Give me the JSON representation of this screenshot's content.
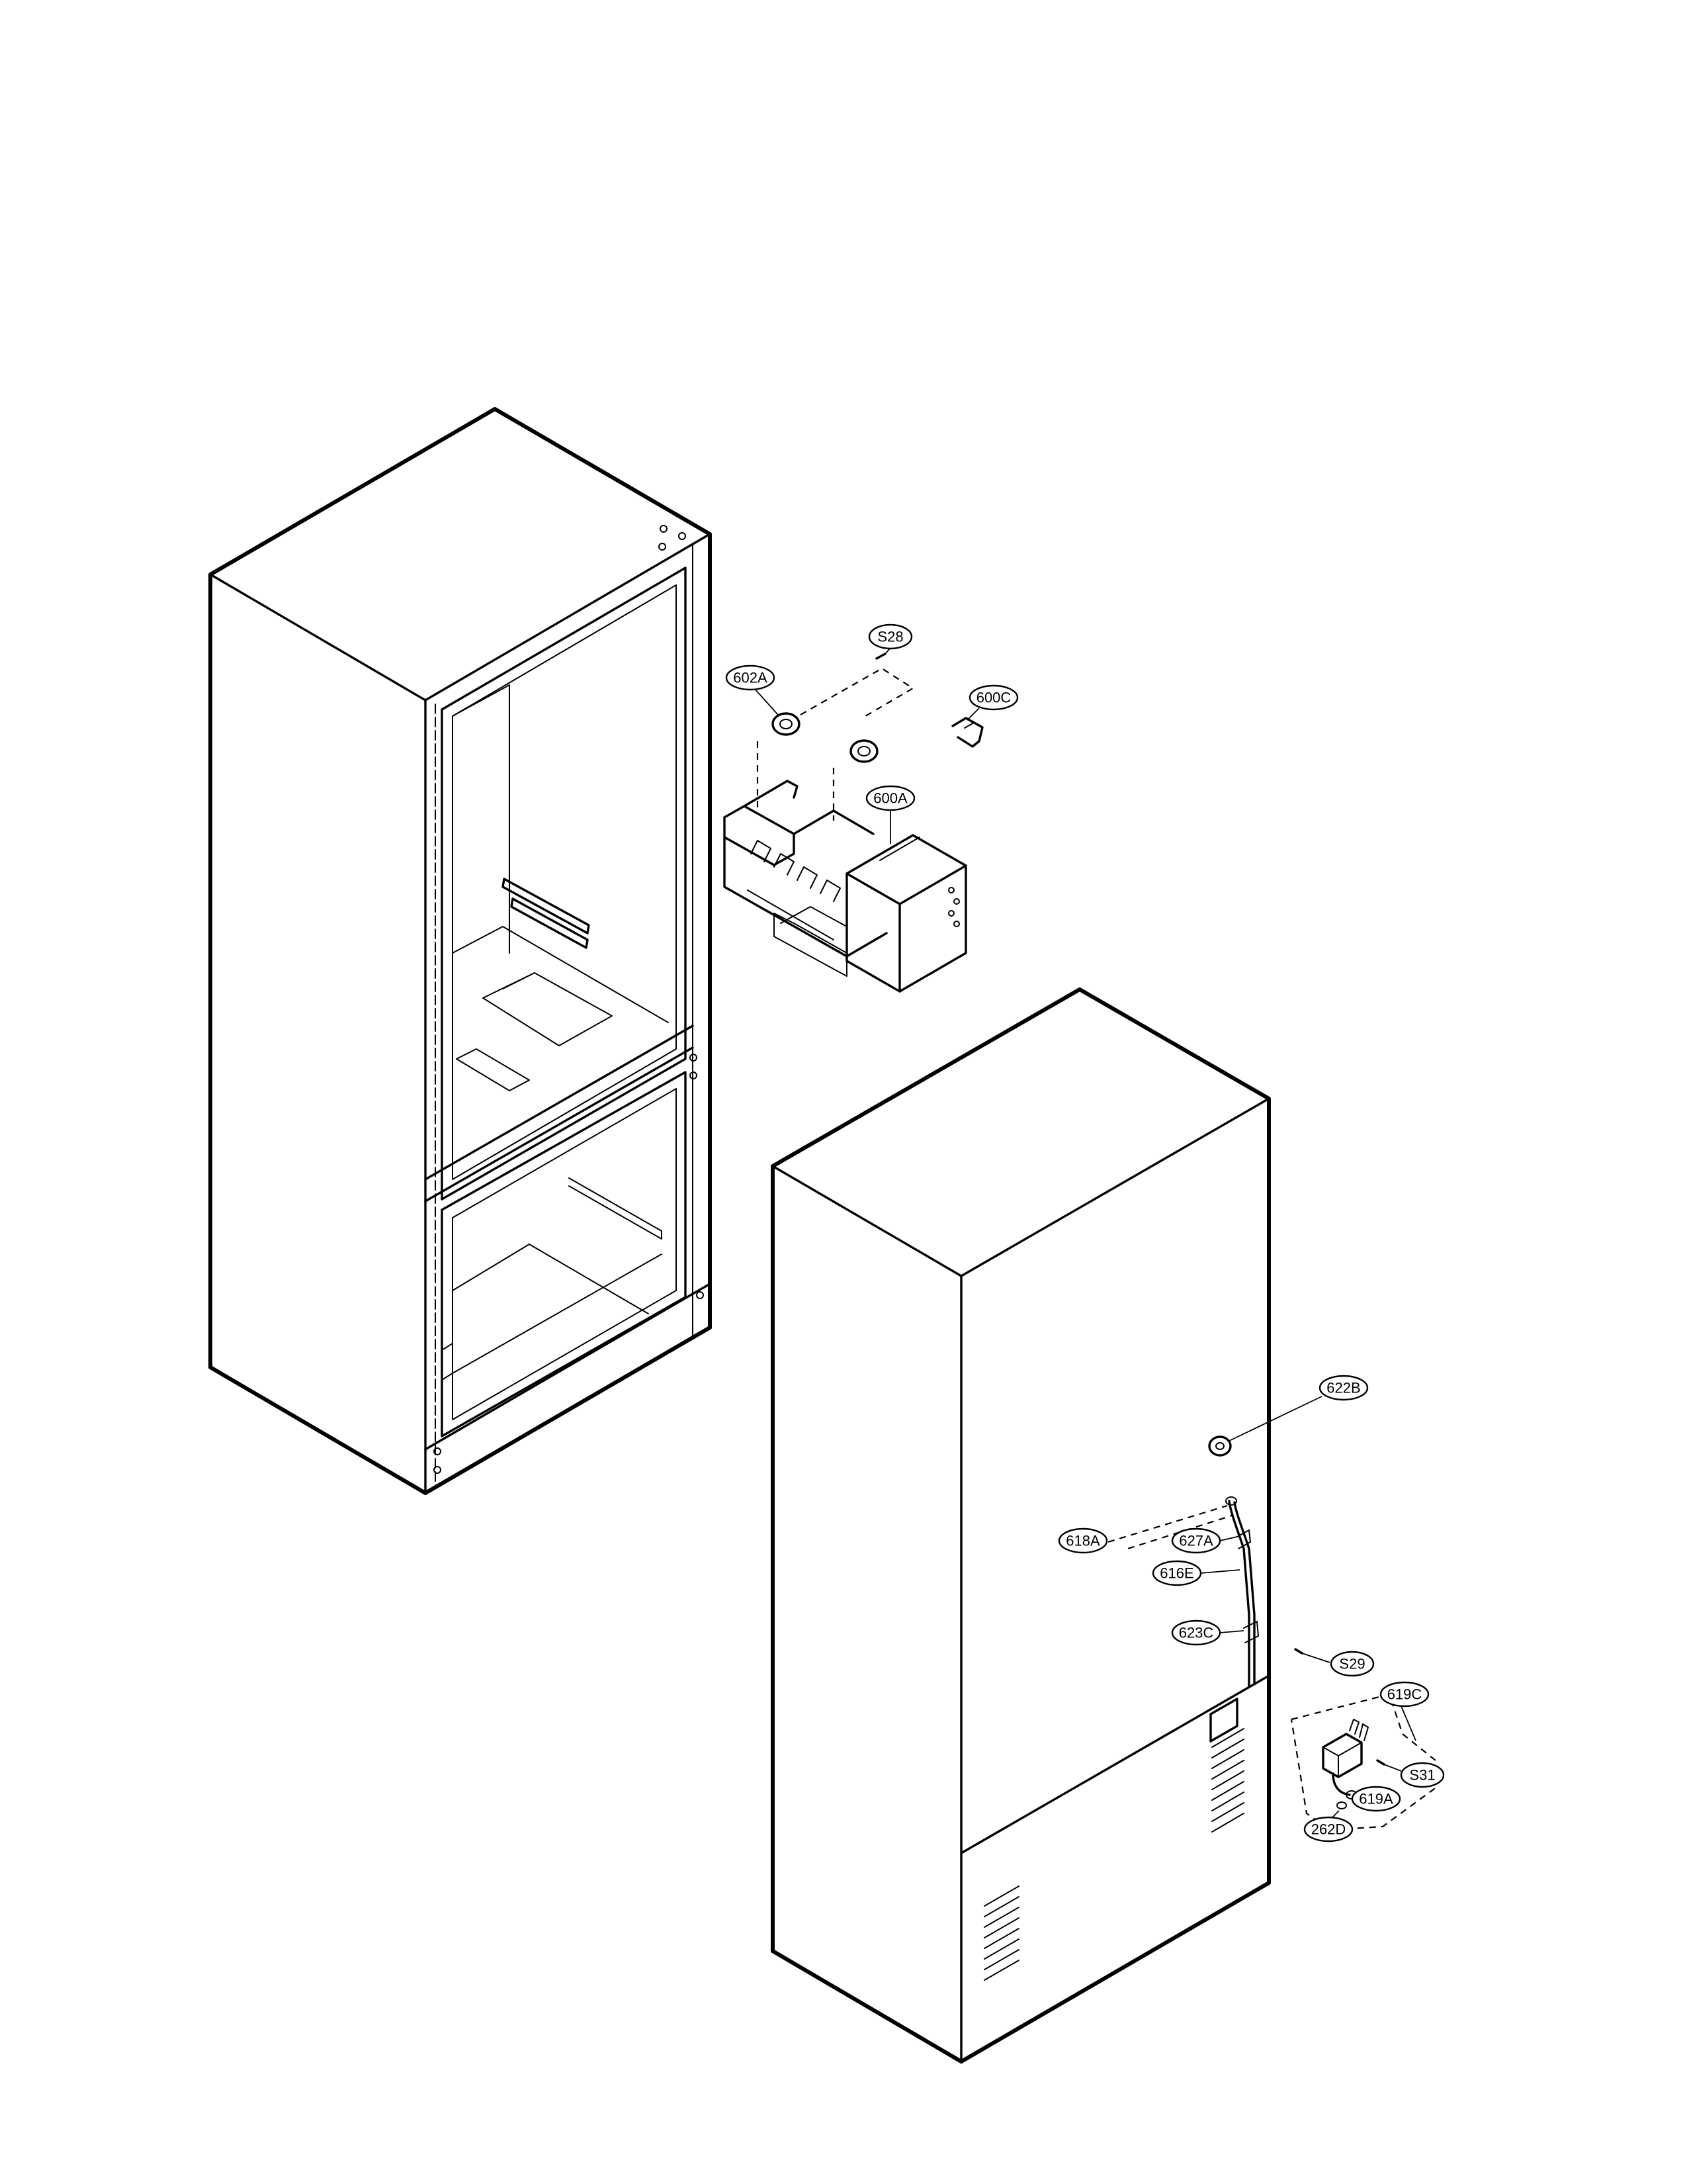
{
  "callouts": {
    "s28": "S28",
    "p602a": "602A",
    "p600c": "600C",
    "p600a": "600A",
    "p622b": "622B",
    "p618a": "618A",
    "p627a": "627A",
    "p616e": "616E",
    "p623c": "623C",
    "s29": "S29",
    "p619c": "619C",
    "s31": "S31",
    "p619a": "619A",
    "p262d": "262D"
  }
}
